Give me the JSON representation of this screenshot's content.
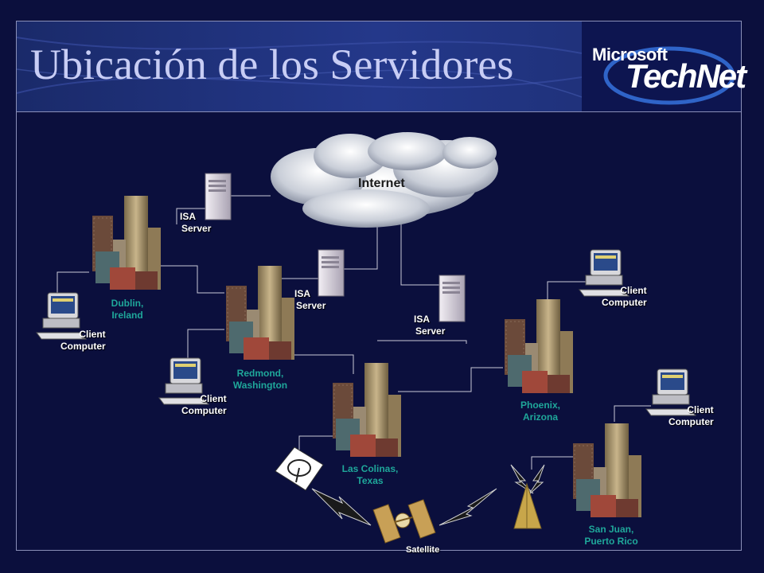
{
  "slide": {
    "title": "Ubicación de los Servidores",
    "logo_brand": "Microsoft",
    "logo_product": "TechNet"
  },
  "network": {
    "cloud_label": "Internet",
    "isa_servers": [
      {
        "line1": "ISA",
        "line2": "Server"
      },
      {
        "line1": "ISA",
        "line2": "Server"
      },
      {
        "line1": "ISA",
        "line2": "Server"
      }
    ],
    "clients": [
      {
        "line1": "Client",
        "line2": "Computer"
      },
      {
        "line1": "Client",
        "line2": "Computer"
      },
      {
        "line1": "Client",
        "line2": "Computer"
      },
      {
        "line1": "Client",
        "line2": "Computer"
      }
    ],
    "sites": [
      {
        "line1": "Dublin,",
        "line2": "Ireland"
      },
      {
        "line1": "Redmond,",
        "line2": "Washington"
      },
      {
        "line1": "Las Colinas,",
        "line2": "Texas"
      },
      {
        "line1": "Phoenix,",
        "line2": "Arizona"
      },
      {
        "line1": "San Juan,",
        "line2": "Puerto Rico"
      }
    ],
    "satellite_label": "Satellite"
  },
  "colors": {
    "background": "#0b0f3d",
    "title": "#c8cdf5",
    "site_label": "#1fa79a",
    "link_line": "#c9c9d6"
  }
}
